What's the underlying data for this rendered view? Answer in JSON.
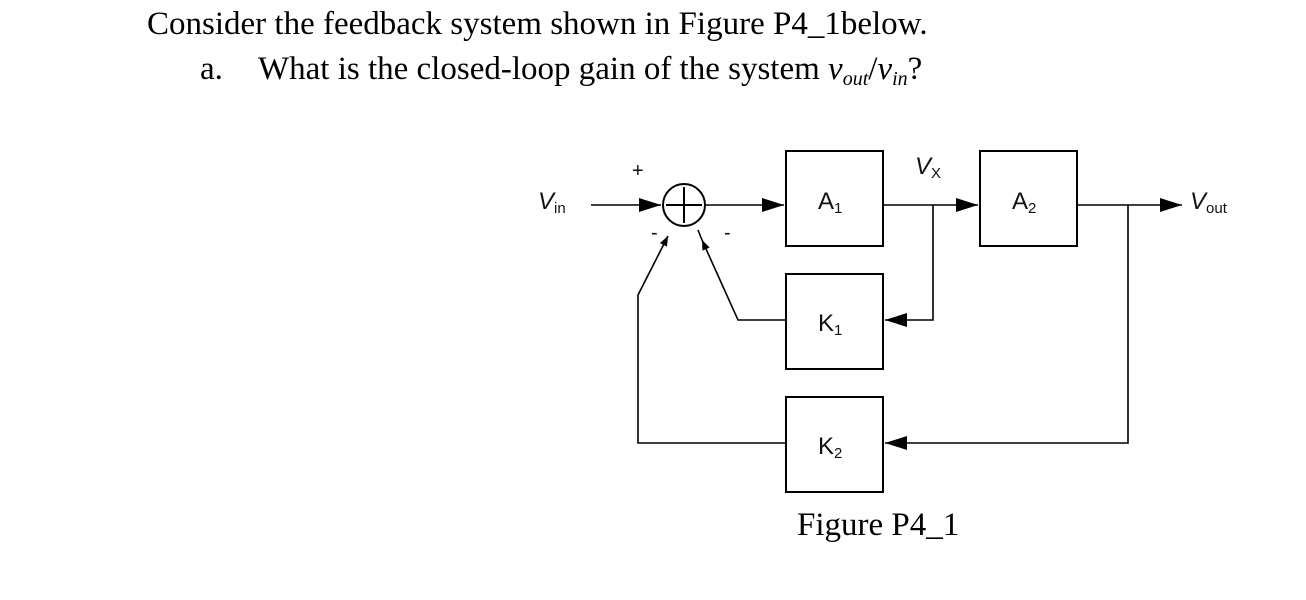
{
  "question": {
    "text": "Consider the feedback system shown in Figure P4_1below.",
    "part_label": "a.",
    "part_text": "What is the closed-loop gain of the system ",
    "gain_v": "v",
    "gain_out_sub": "out",
    "gain_slash": "/",
    "gain_in_sub": "in",
    "gain_end": "?"
  },
  "diagram": {
    "input_label": {
      "v": "V",
      "sub": "in"
    },
    "output_label": {
      "v": "V",
      "sub": "out"
    },
    "node_label": {
      "v": "V",
      "sub": "X"
    },
    "summer_plus": "+",
    "summer_minus_left": "-",
    "summer_minus_right": "-",
    "blocks": {
      "a1": {
        "letter": "A",
        "sub": "1"
      },
      "a2": {
        "letter": "A",
        "sub": "2"
      },
      "k1": {
        "letter": "K",
        "sub": "1"
      },
      "k2": {
        "letter": "K",
        "sub": "2"
      }
    },
    "caption": "Figure P4_1"
  }
}
